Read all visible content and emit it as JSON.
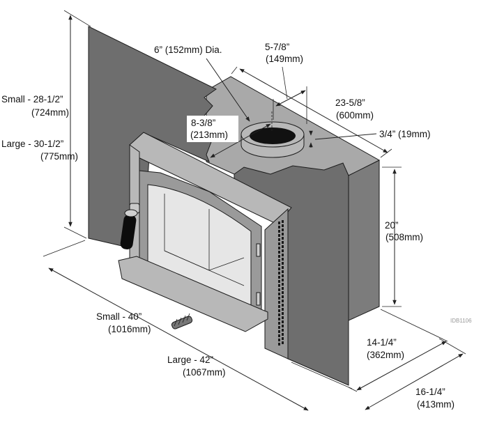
{
  "diagram": {
    "drawing_code": "IDB1106",
    "colors": {
      "surround": "#6e6e6e",
      "body_side": "#7c7c7c",
      "body_top": "#a9a9a9",
      "frame": "#b8b8b8",
      "door_face": "#9a9a9a",
      "glass": "#e6e6e6",
      "outline": "#1a1a1a"
    },
    "dimensions": {
      "flue_diameter": "6” (152mm) Dia.",
      "flue_offset_back": {
        "imperial": "5-7/8”",
        "metric": "(149mm)"
      },
      "flue_offset_front": {
        "imperial": "8-3/8”",
        "metric": "(213mm)"
      },
      "body_width": {
        "imperial": "23-5/8”",
        "metric": "(600mm)"
      },
      "collar": "3/4” (19mm)",
      "height_small": {
        "imperial": "Small - 28-1/2”",
        "metric": "(724mm)"
      },
      "height_large": {
        "imperial": "Large - 30-1/2”",
        "metric": "(775mm)"
      },
      "body_height": {
        "imperial": "20”",
        "metric": "(508mm)"
      },
      "depth_body": {
        "imperial": "14-1/4”",
        "metric": "(362mm)"
      },
      "depth_total": {
        "imperial": "16-1/4”",
        "metric": "(413mm)"
      },
      "width_small": {
        "imperial": "Small - 40”",
        "metric": "(1016mm)"
      },
      "width_large": {
        "imperial": "Large - 42”",
        "metric": "(1067mm)"
      }
    }
  }
}
